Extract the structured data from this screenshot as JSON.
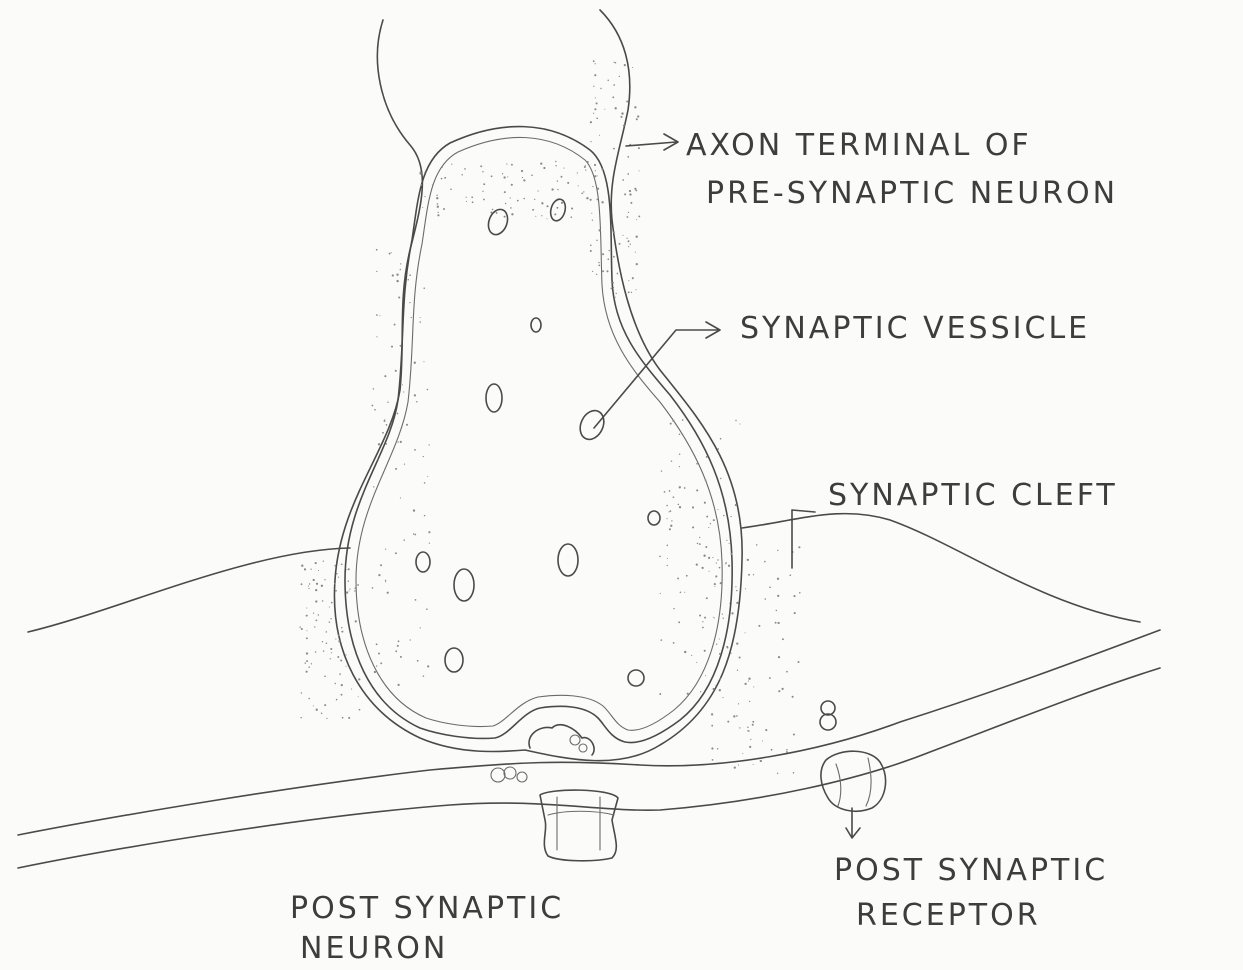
{
  "labels": {
    "axon_line1": "AXON TERMINAL OF",
    "axon_line2": "PRE-SYNAPTIC NEURON",
    "vesicle": "SYNAPTIC VESSICLE",
    "cleft": "SYNAPTIC CLEFT",
    "receptor_line1": "POST SYNAPTIC",
    "receptor_line2": "RECEPTOR",
    "post_neuron_line1": "POST SYNAPTIC",
    "post_neuron_line2": "NEURON"
  },
  "colors": {
    "ink": "#4a4a4a",
    "paper": "#fbfbfa"
  }
}
